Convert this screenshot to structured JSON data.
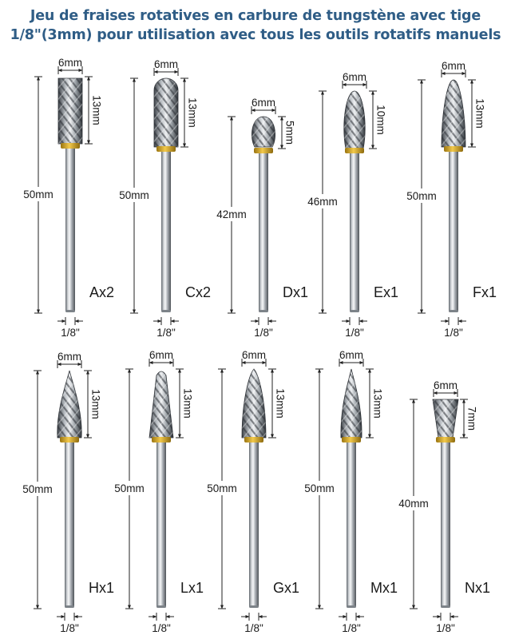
{
  "title_line1": "Jeu de fraises rotatives en carbure de tungstène avec tige",
  "title_line2": "1/8\"(3mm) pour utilisation avec tous les outils rotatifs manuels",
  "colors": {
    "title": "#2f5d86",
    "text": "#1a1a1a",
    "ring": "#d4a21a",
    "steel": "#a9aeb3"
  },
  "burrs": [
    {
      "name": "Ax2",
      "shape": "cylinder",
      "head_width": "6mm",
      "head_length": "13mm",
      "total_length": "50mm",
      "shank": "1/8\""
    },
    {
      "name": "Cx2",
      "shape": "cylinder-ball",
      "head_width": "6mm",
      "head_length": "13mm",
      "total_length": "50mm",
      "shank": "1/8\""
    },
    {
      "name": "Dx1",
      "shape": "ball",
      "head_width": "6mm",
      "head_length": "5mm",
      "total_length": "42mm",
      "shank": "1/8\""
    },
    {
      "name": "Ex1",
      "shape": "oval",
      "head_width": "6mm",
      "head_length": "10mm",
      "total_length": "46mm",
      "shank": "1/8\""
    },
    {
      "name": "Fx1",
      "shape": "tree-round",
      "head_width": "6mm",
      "head_length": "13mm",
      "total_length": "50mm",
      "shank": "1/8\""
    },
    {
      "name": "Hx1",
      "shape": "flame",
      "head_width": "6mm",
      "head_length": "13mm",
      "total_length": "50mm",
      "shank": "1/8\""
    },
    {
      "name": "Lx1",
      "shape": "cone-ball",
      "head_width": "6mm",
      "head_length": "13mm",
      "total_length": "50mm",
      "shank": "1/8\""
    },
    {
      "name": "Gx1",
      "shape": "tree-point",
      "head_width": "6mm",
      "head_length": "13mm",
      "total_length": "50mm",
      "shank": "1/8\""
    },
    {
      "name": "Mx1",
      "shape": "cone-point",
      "head_width": "6mm",
      "head_length": "13mm",
      "total_length": "50mm",
      "shank": "1/8\""
    },
    {
      "name": "Nx1",
      "shape": "inverted-cone",
      "head_width": "6mm",
      "head_length": "7mm",
      "total_length": "40mm",
      "shank": "1/8\""
    }
  ]
}
